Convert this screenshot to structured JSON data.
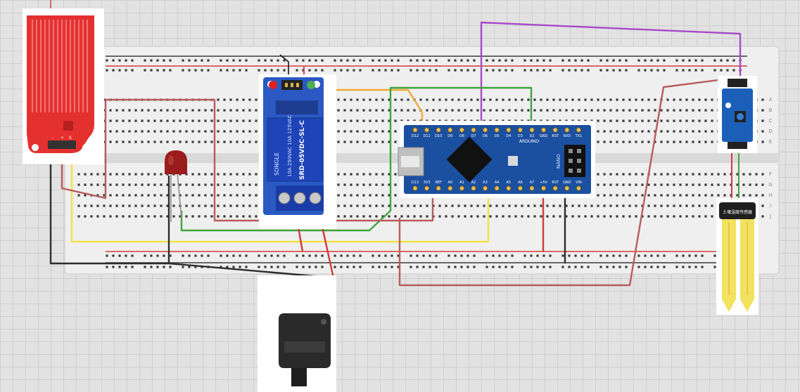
{
  "canvas": {
    "background": "#e2e2e2",
    "grid": "#cfcfcf"
  },
  "breadboard": {
    "color": "#efefef",
    "rail_red": "#d33a3a",
    "rail_dark": "#3b3b3b",
    "row_letters_top": [
      "A",
      "B",
      "C",
      "D",
      "E"
    ],
    "row_letters_bottom": [
      "F",
      "G",
      "H",
      "I",
      "J"
    ]
  },
  "water_sensor": {
    "color": "#e53030",
    "pin_labels": [
      "-",
      "+",
      "S"
    ]
  },
  "relay_module": {
    "pcb_color": "#2b59c3",
    "relay_color": "#1f44b8",
    "relay_text": "SRD-05VDC-SL-C",
    "relay_sub": "10A 250VAC 10A 125VAC",
    "brand": "SONGLE",
    "leds": [
      "#e02020",
      "#4caf50"
    ]
  },
  "arduino": {
    "pcb_color": "#1b4fa0",
    "top_pins": [
      "D12",
      "D11",
      "D10",
      "D9",
      "D8",
      "D7",
      "D6",
      "D5",
      "D4",
      "D3",
      "D2",
      "GND",
      "RST",
      "RX0",
      "TX1"
    ],
    "bottom_pins": [
      "D13",
      "3V3",
      "REF",
      "A0",
      "A1",
      "A2",
      "A3",
      "A4",
      "A5",
      "A6",
      "A7",
      "+5V",
      "RST",
      "GND",
      "VIN"
    ],
    "center_text": "ARDUINO",
    "side_text": "NANO"
  },
  "led": {
    "color": "#9b1c1c"
  },
  "moisture_module": {
    "pcb_color": "#1c5fb8"
  },
  "soil_probe": {
    "color": "#f3e25f",
    "label": "土壤湿度传感器"
  },
  "pump": {
    "color": "#2a2a2a"
  },
  "wires": {
    "black": "#2d2d2d",
    "red": "#d03a3a",
    "dark_red": "#b95b5b",
    "green": "#3fa33f",
    "yellow": "#f1e24a",
    "orange": "#f0a93b",
    "purple": "#a64ac8"
  }
}
